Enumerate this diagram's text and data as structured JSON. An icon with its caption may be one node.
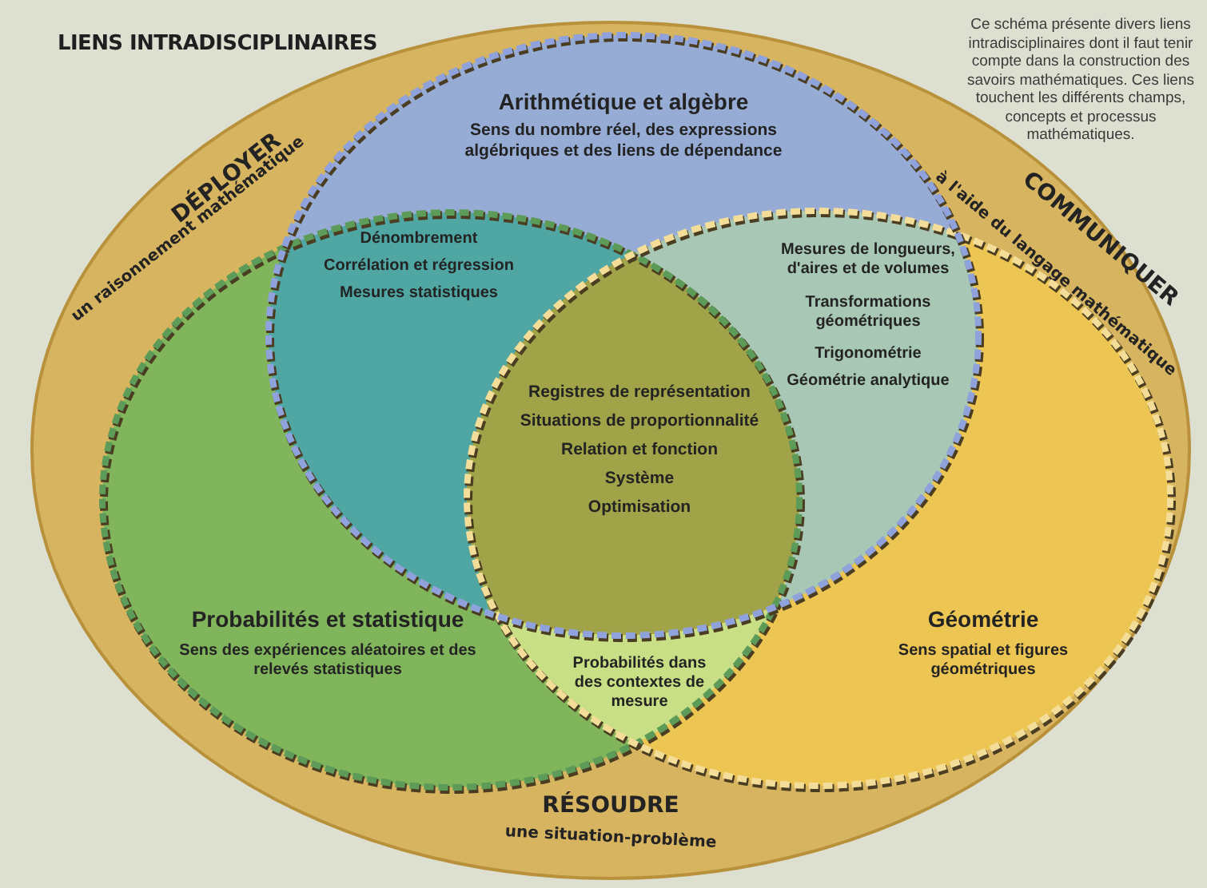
{
  "diagram": {
    "title": "LIENS INTRADISCIPLINAIRES",
    "nodes": [
      {
        "text": [
          "DÉPLOYER",
          "un raisonnement mathématique",
          "COMMUNIQUER",
          "à l'aide du langage mathématique",
          "RÉSOUDRE",
          "une situation-problème"
        ]
      },
      {
        "text": [
          "Arithmétique et algèbre",
          "Sens du nombre réel, des expressions algébriques et des liens de dépendance"
        ],
        "in": 0
      },
      {
        "text": [
          "Probabilités et statistique",
          "Sens des expériences aléatoires et des relevés statistiques"
        ],
        "in": 0
      },
      {
        "text": [
          "Géométrie",
          "Sens spatial et figures géométriques"
        ],
        "in": 0
      },
      {
        "text": [
          "Dénombrement",
          "Corrélation et régression",
          "Mesures statistiques"
        ]
      },
      {
        "text": [
          "Mesures de longueurs, d'aires et de volumes",
          "Transformations géométriques",
          "Trigonométrie",
          "Géométrie analytique"
        ]
      },
      {
        "text": [
          "Registres de représentation",
          "Situations de proportionnalité",
          "Relation et fonction",
          "Système",
          "Optimisation"
        ]
      },
      {
        "text": [
          "Probabilités dans des contextes de mesure"
        ]
      }
    ],
    "labels": [
      "Ce schéma présente divers liens intradisciplinaires dont il faut tenir compte dans la construction des savoirs mathématiques. Ces liens touchent les différents champs, concepts et processus mathématiques."
    ]
  }
}
